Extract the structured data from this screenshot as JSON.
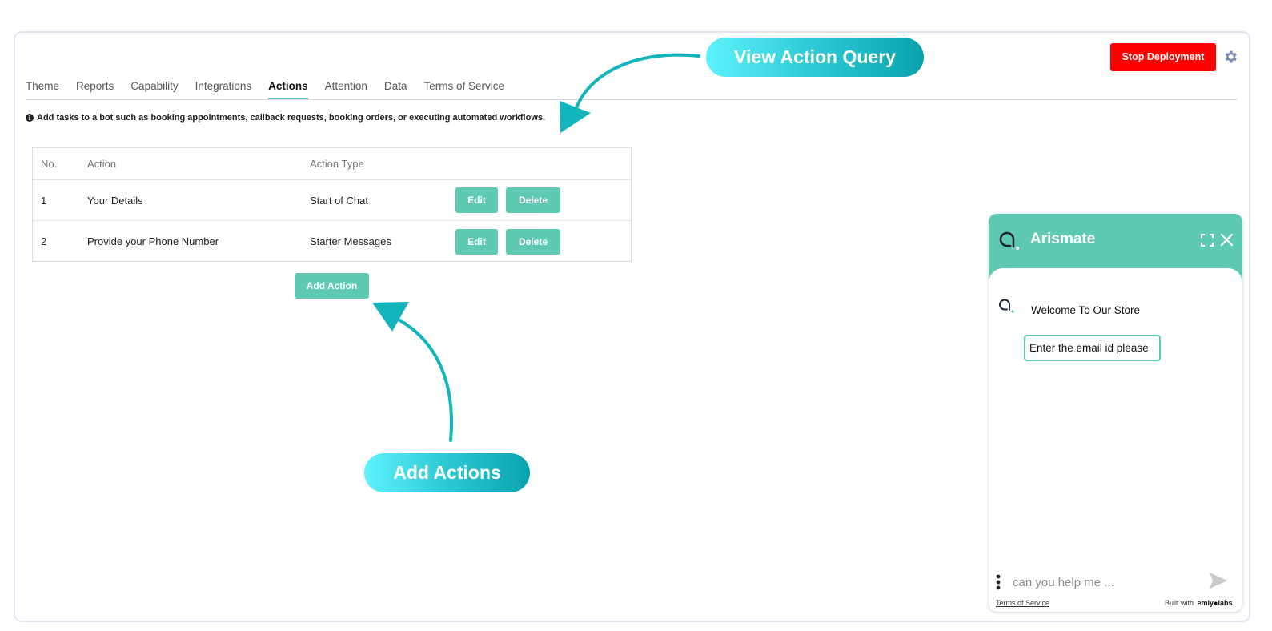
{
  "tabs": [
    {
      "label": "Theme",
      "active": false
    },
    {
      "label": "Reports",
      "active": false
    },
    {
      "label": "Capability",
      "active": false
    },
    {
      "label": "Integrations",
      "active": false
    },
    {
      "label": "Actions",
      "active": true
    },
    {
      "label": "Attention",
      "active": false
    },
    {
      "label": "Data",
      "active": false
    },
    {
      "label": "Terms of Service",
      "active": false
    }
  ],
  "info": {
    "icon": "info-icon",
    "text": "Add tasks to a bot such as booking appointments, callback requests, booking orders, or executing automated workflows."
  },
  "table": {
    "headers": [
      "No.",
      "Action",
      "Action Type"
    ],
    "rows": [
      {
        "no": "1",
        "action": "Your Details",
        "type": "Start of Chat"
      },
      {
        "no": "2",
        "action": "Provide your Phone Number",
        "type": "Starter Messages"
      }
    ],
    "edit_label": "Edit",
    "delete_label": "Delete"
  },
  "add_action_label": "Add Action",
  "stop_deployment_label": "Stop Deployment",
  "callouts": {
    "view_action_query": "View Action Query",
    "add_actions": "Add Actions"
  },
  "chat": {
    "title": "Arismate",
    "welcome": "Welcome To Our Store",
    "prompt_button": "Enter the email id please",
    "input_placeholder": "can you help me ...",
    "terms_label": "Terms of Service",
    "built_with_label": "Built with",
    "brand_label": "emly●labs"
  },
  "colors": {
    "accent": "#5ecab4",
    "stop": "#ff0000",
    "callout_start": "#5ef2fb",
    "callout_end": "#0aa3ad",
    "arrow": "#13b5bd"
  }
}
